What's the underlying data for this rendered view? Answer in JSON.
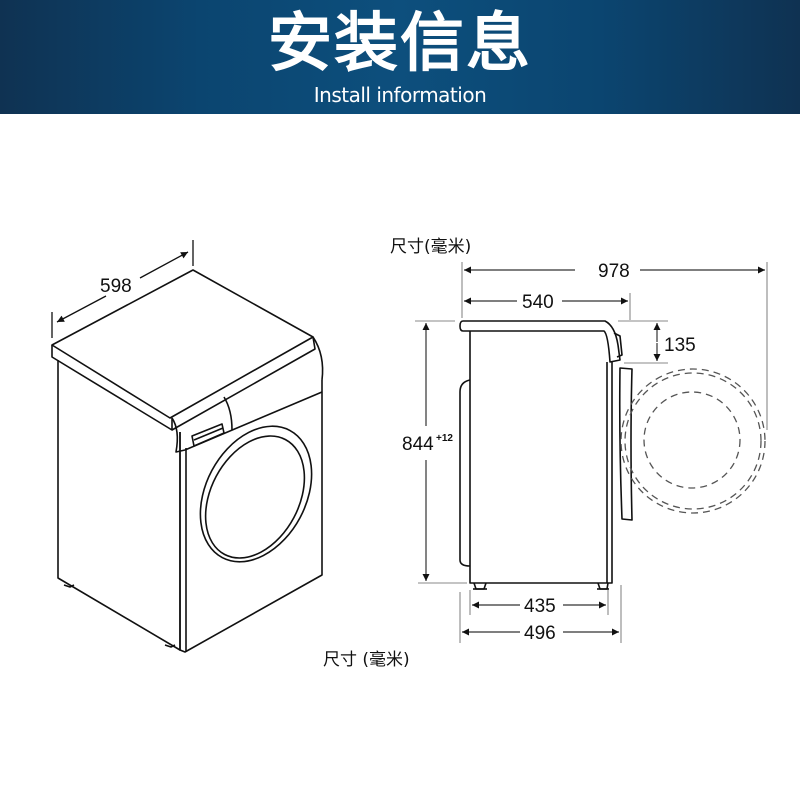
{
  "header": {
    "title": "安装信息",
    "subtitle": "Install information",
    "colors": {
      "edge": "#0f3252",
      "center": "#0d4f7d",
      "text": "#ffffff"
    }
  },
  "diagram": {
    "unit_label_side": "尺寸(毫米)",
    "unit_label_iso": "尺寸 (毫米)",
    "dimensions": {
      "width": "598",
      "depth_with_door_open": "978",
      "depth_top": "540",
      "height": "844",
      "height_tolerance": "+12",
      "door_clearance_top": "135",
      "foot_spacing": "435",
      "depth_body": "496"
    },
    "line_color": "#111111",
    "dim_line_color": "#777777"
  }
}
